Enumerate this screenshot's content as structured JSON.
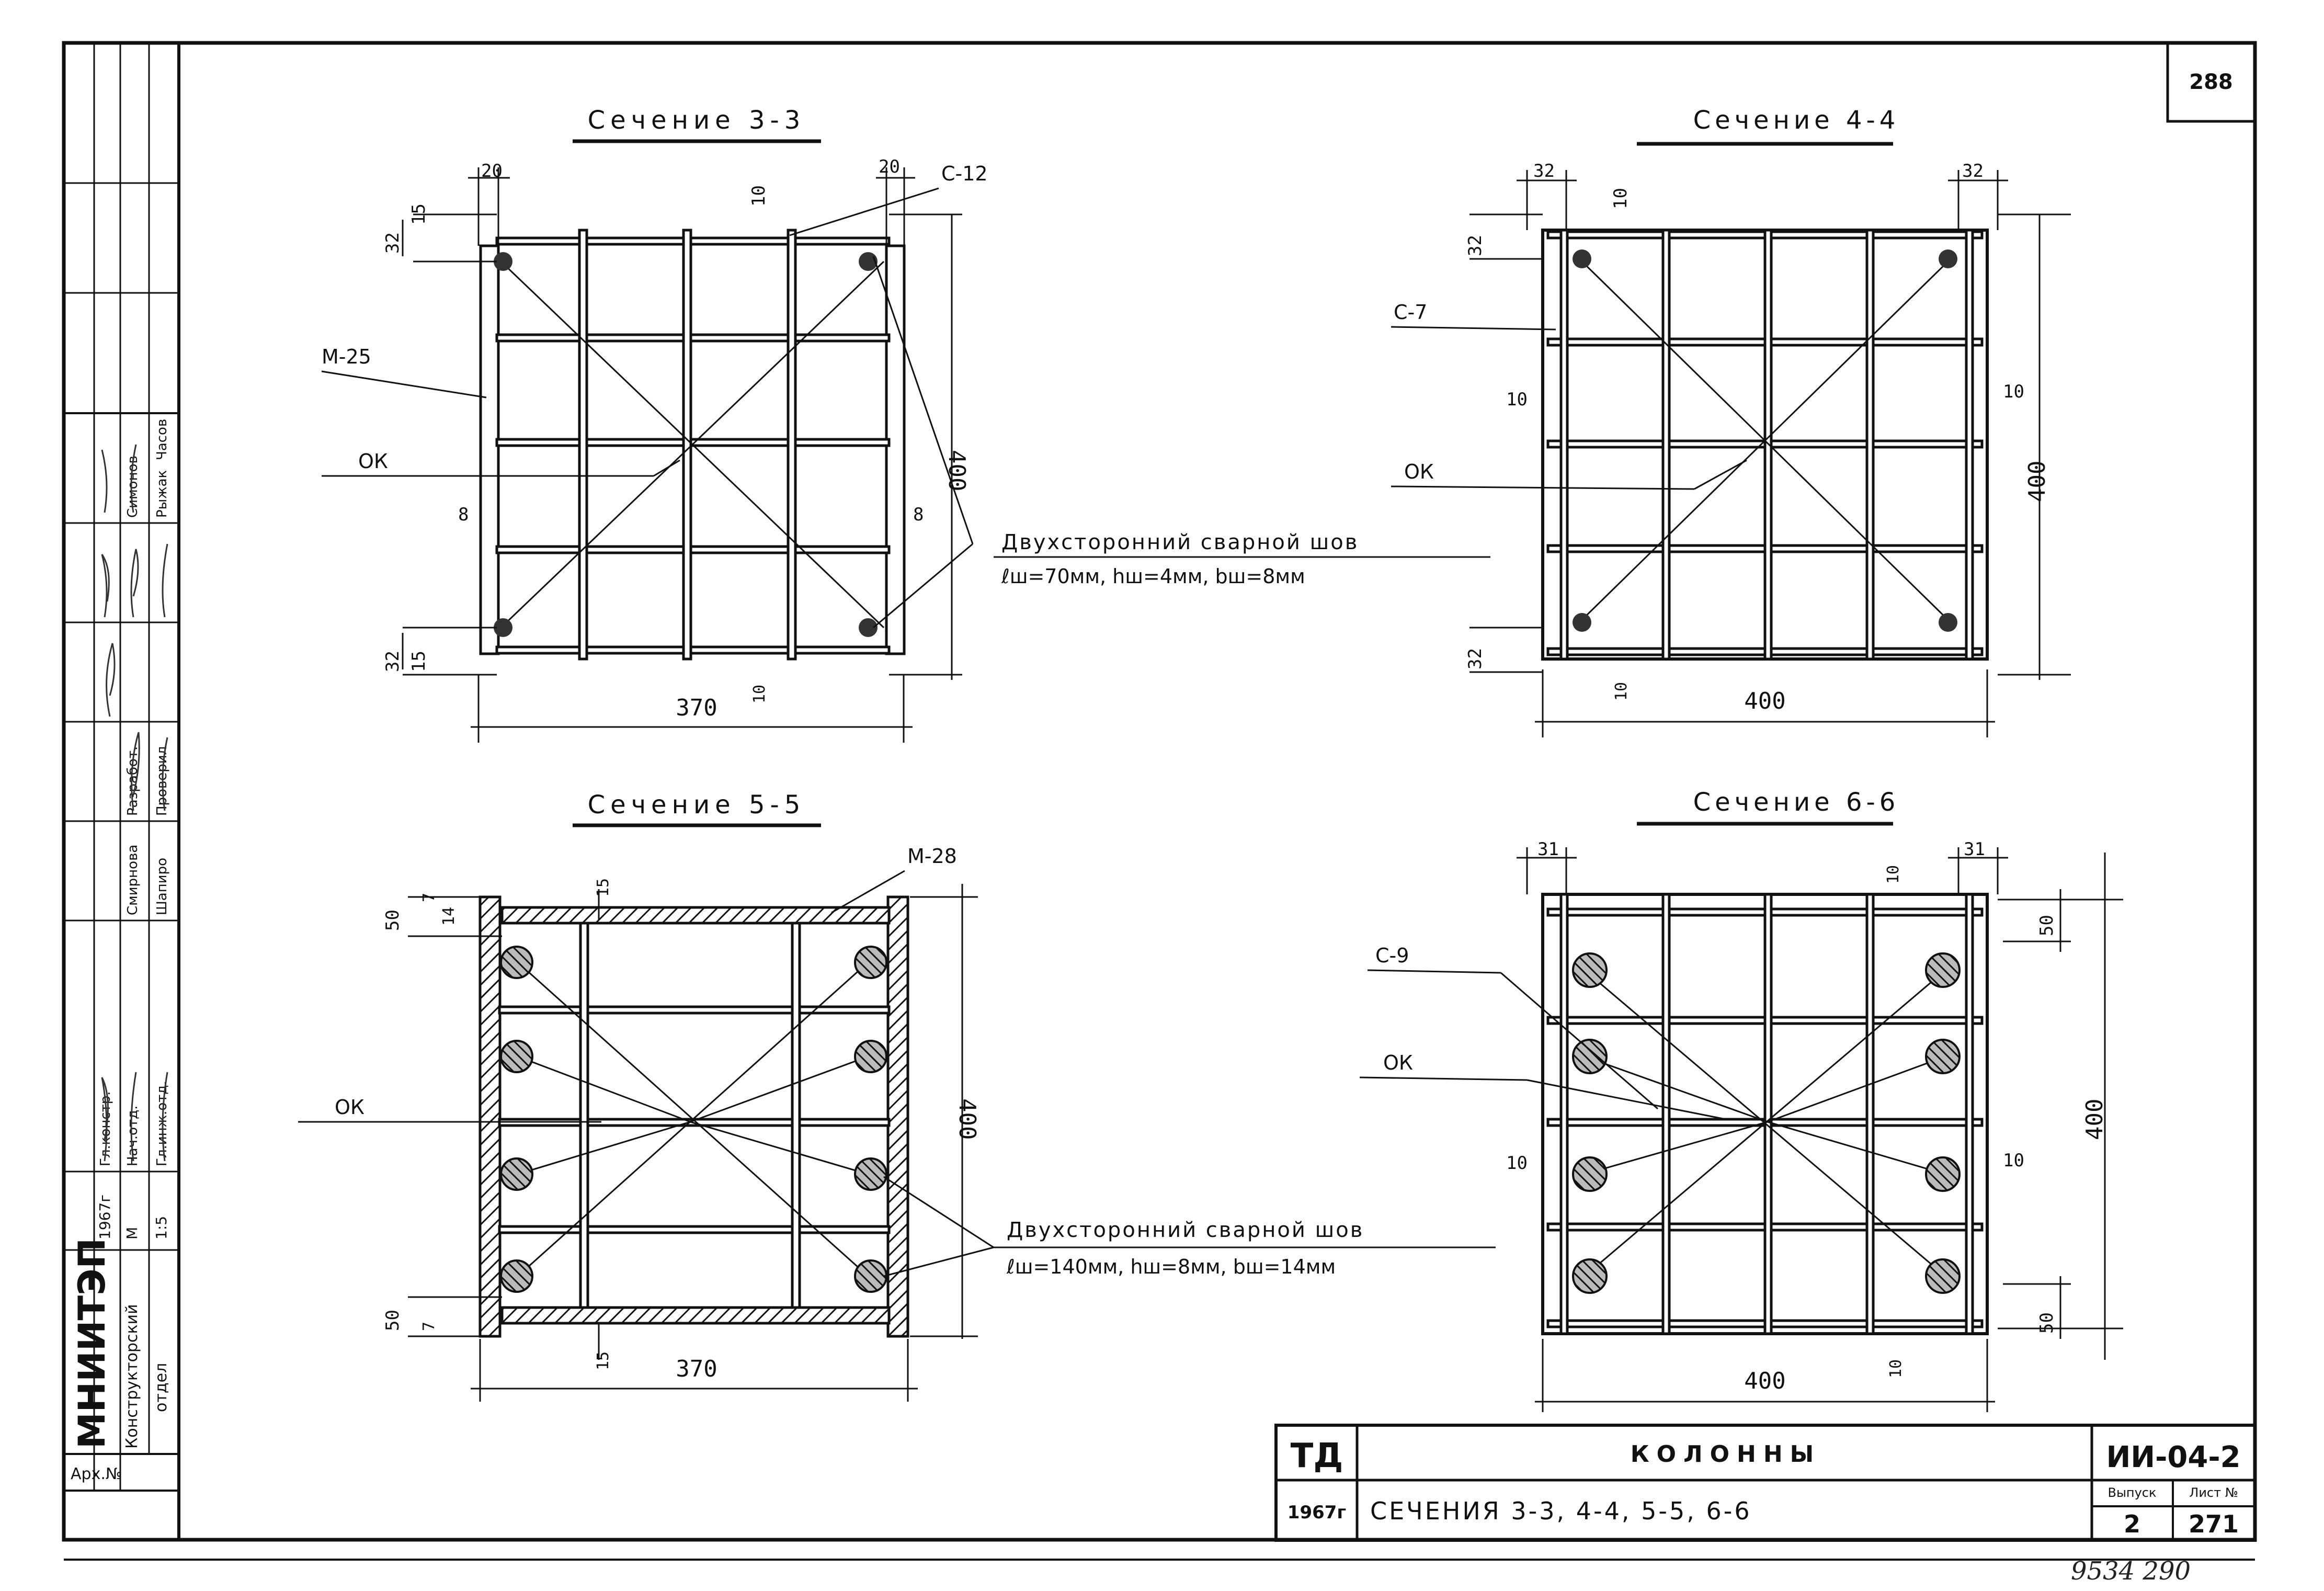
{
  "sheet": {
    "page_number": "288",
    "bottom_number": "9534 290"
  },
  "sections": [
    {
      "key": "s33",
      "title": "Сечение 3-3",
      "dims": {
        "left_top": "20",
        "right_top": "20",
        "bar": "10",
        "v32a": "32",
        "v15a": "15",
        "v32b": "32",
        "v15b": "15",
        "l8": "8",
        "r8": "8",
        "bar_bottom": "10",
        "height": "400",
        "width": "370"
      },
      "labels": {
        "angle": "С-12",
        "plate": "М-25",
        "ok": "ОК"
      }
    },
    {
      "key": "s44",
      "title": "Сечение 4-4",
      "dims": {
        "left_top": "32",
        "right_top": "32",
        "bar": "10",
        "v32a": "32",
        "v32b": "32",
        "l10": "10",
        "r10": "10",
        "bar_bottom": "10",
        "height": "400",
        "width": "400"
      },
      "labels": {
        "angle": "С-7",
        "ok": "ОК"
      }
    },
    {
      "key": "s55",
      "title": "Сечение 5-5",
      "dims": {
        "v50a": "50",
        "v7a": "7",
        "v14": "14",
        "top15": "15",
        "v50b": "50",
        "v7b": "7",
        "bottom15": "15",
        "height": "400",
        "width": "370"
      },
      "labels": {
        "plate": "М-28",
        "ok": "ОК"
      }
    },
    {
      "key": "s66",
      "title": "Сечение 6-6",
      "dims": {
        "left_top": "31",
        "right_top": "31",
        "bar": "10",
        "v50a": "50",
        "l10": "10",
        "r10": "10",
        "v50b": "50",
        "bar_bottom": "10",
        "height": "400",
        "width": "400"
      },
      "labels": {
        "angle": "С-9",
        "ok": "ОК"
      }
    }
  ],
  "welds": [
    {
      "title": "Двухсторонний сварной шов",
      "params": "ℓш=70мм, hш=4мм, bш=8мм"
    },
    {
      "title": "Двухсторонний сварной шов",
      "params": "ℓш=140мм, hш=8мм, bш=14мм"
    }
  ],
  "title_block": {
    "logo": "ТД",
    "year": "1967г",
    "name": "КОЛОННЫ",
    "subtitle": "СЕЧЕНИЯ 3-3, 4-4, 5-5, 6-6",
    "series": "ИИ-04-2",
    "issue_label": "Выпуск",
    "sheet_label": "Лист №",
    "issue": "2",
    "sheet": "271"
  },
  "side_stamp": {
    "org": "МНИИТЭП",
    "dept_line1": "Конструкторский",
    "dept_line2": "отдел",
    "year": "1967г",
    "scale_label": "М",
    "scale": "1:5",
    "arch": "Арх.№",
    "roles": [
      "Нач.отд.",
      "Гл.констр.",
      "Разработ.",
      "Проверил",
      "Гл.инж.отд."
    ],
    "names": [
      "Смирнова",
      "Шапиро",
      "Рыжак",
      "Симонов",
      "Часов"
    ]
  }
}
